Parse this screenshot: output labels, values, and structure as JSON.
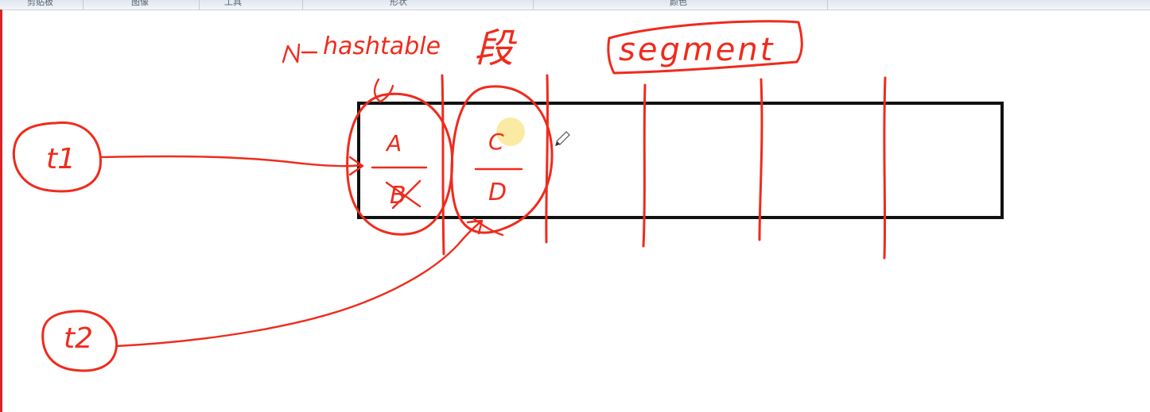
{
  "ribbon": {
    "groups": [
      "剪贴板",
      "图像",
      "工具",
      "形状",
      "颜色"
    ]
  },
  "whiteboard": {
    "hashtable_label": "hashtable",
    "duan_label": "段",
    "segment_label": "segment",
    "bucket_1_top": "A",
    "bucket_1_bottom": "B",
    "bucket_2_top": "C",
    "bucket_2_bottom": "D",
    "thread_1_label": "t1",
    "thread_2_label": "t2",
    "ink_color": "#ef2b1c"
  }
}
